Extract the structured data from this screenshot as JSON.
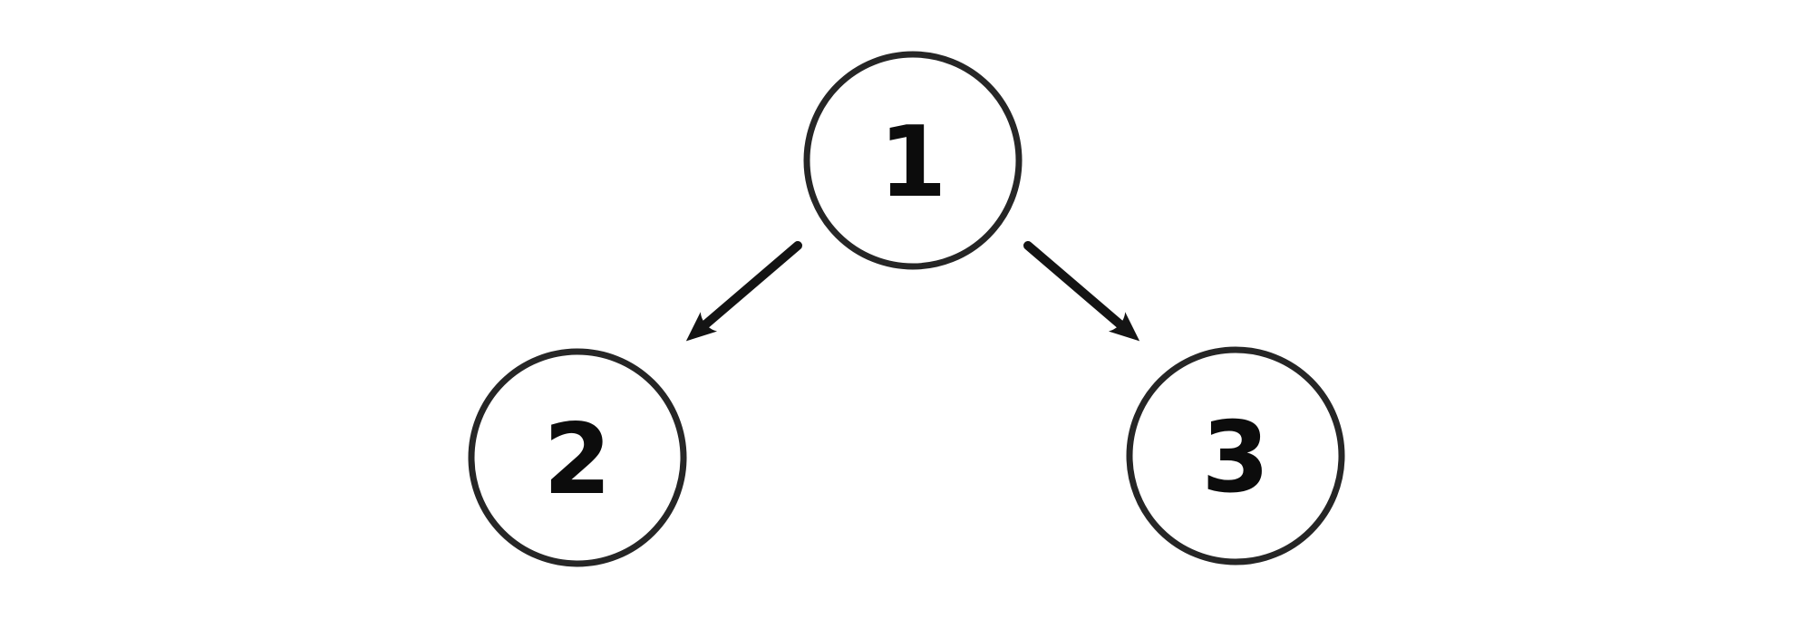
{
  "diagram": {
    "type": "tree",
    "nodes": [
      {
        "id": "1",
        "label": "1"
      },
      {
        "id": "2",
        "label": "2"
      },
      {
        "id": "3",
        "label": "3"
      }
    ],
    "edges": [
      {
        "from": "1",
        "to": "2",
        "style": "arrow"
      },
      {
        "from": "1",
        "to": "3",
        "style": "arrow"
      }
    ],
    "colors": {
      "background": "#ffffff",
      "node_fill": "#ffffff",
      "node_stroke": "#262626",
      "node_label": "#0c0c0c",
      "arrow": "#141414"
    }
  }
}
